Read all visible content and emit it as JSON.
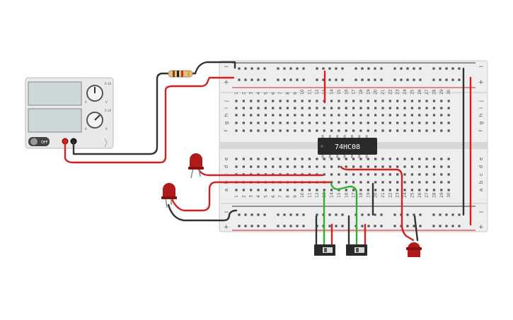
{
  "power_supply": {
    "dial_marks": [
      "0 1A",
      "0",
      "V",
      "0 1A",
      "0",
      "A"
    ],
    "switch_label": "OFF",
    "brand_label": ""
  },
  "chip": {
    "label": "74HC08"
  },
  "breadboard": {
    "top_rail_left": [
      "−",
      "+"
    ],
    "top_rail_right": [
      "−",
      "+"
    ],
    "bottom_rail_left": [
      "−",
      "+"
    ],
    "bottom_rail_right": [
      "−",
      "+"
    ],
    "row_letters_top": [
      "j",
      "i",
      "h",
      "g",
      "f"
    ],
    "row_letters_bottom": [
      "e",
      "d",
      "c",
      "b",
      "a"
    ],
    "column_numbers": [
      "1",
      "2",
      "3",
      "4",
      "5",
      "6",
      "7",
      "8",
      "9",
      "10",
      "11",
      "12",
      "13",
      "14",
      "15",
      "16",
      "17",
      "18",
      "19",
      "20",
      "21",
      "22",
      "23",
      "24",
      "25",
      "26",
      "27",
      "28",
      "29",
      "30"
    ]
  },
  "colors": {
    "wire_red": "#d62020",
    "wire_black": "#333333",
    "wire_green": "#2db22d",
    "led_red": "#b01a1a",
    "board": "#eeeeee",
    "chip": "#2a2a2a"
  },
  "icons": [
    "led-icon",
    "resistor-icon",
    "slide-switch-icon",
    "power-supply-icon",
    "chip-icon"
  ]
}
